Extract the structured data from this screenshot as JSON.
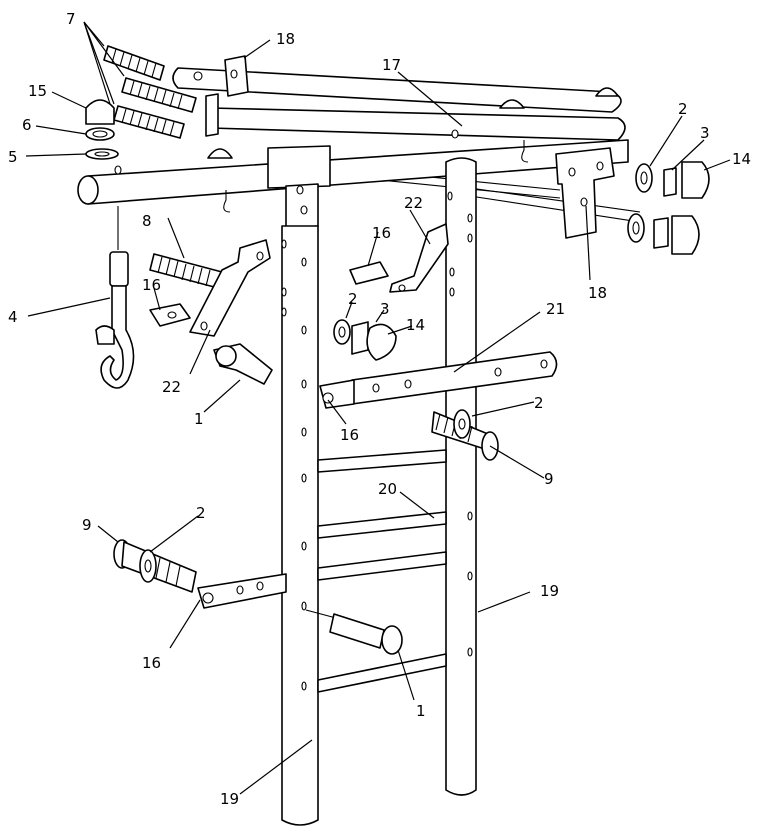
{
  "diagram": {
    "callouts": [
      {
        "id": "c7",
        "text": "7"
      },
      {
        "id": "c15",
        "text": "15"
      },
      {
        "id": "c6",
        "text": "6"
      },
      {
        "id": "c5",
        "text": "5"
      },
      {
        "id": "c18a",
        "text": "18"
      },
      {
        "id": "c17",
        "text": "17"
      },
      {
        "id": "c2a",
        "text": "2"
      },
      {
        "id": "c3a",
        "text": "3"
      },
      {
        "id": "c14a",
        "text": "14"
      },
      {
        "id": "c18b",
        "text": "18"
      },
      {
        "id": "c4",
        "text": "4"
      },
      {
        "id": "c8",
        "text": "8"
      },
      {
        "id": "c16a",
        "text": "16"
      },
      {
        "id": "c22a",
        "text": "22"
      },
      {
        "id": "c1a",
        "text": "1"
      },
      {
        "id": "c16b",
        "text": "16"
      },
      {
        "id": "c22b",
        "text": "22"
      },
      {
        "id": "c2b",
        "text": "2"
      },
      {
        "id": "c3b",
        "text": "3"
      },
      {
        "id": "c14b",
        "text": "14"
      },
      {
        "id": "c21",
        "text": "21"
      },
      {
        "id": "c16c",
        "text": "16"
      },
      {
        "id": "c2c",
        "text": "2"
      },
      {
        "id": "c9a",
        "text": "9"
      },
      {
        "id": "c20",
        "text": "20"
      },
      {
        "id": "c9b",
        "text": "9"
      },
      {
        "id": "c2d",
        "text": "2"
      },
      {
        "id": "c16d",
        "text": "16"
      },
      {
        "id": "c19a",
        "text": "19"
      },
      {
        "id": "c1b",
        "text": "1"
      },
      {
        "id": "c19b",
        "text": "19"
      }
    ]
  }
}
